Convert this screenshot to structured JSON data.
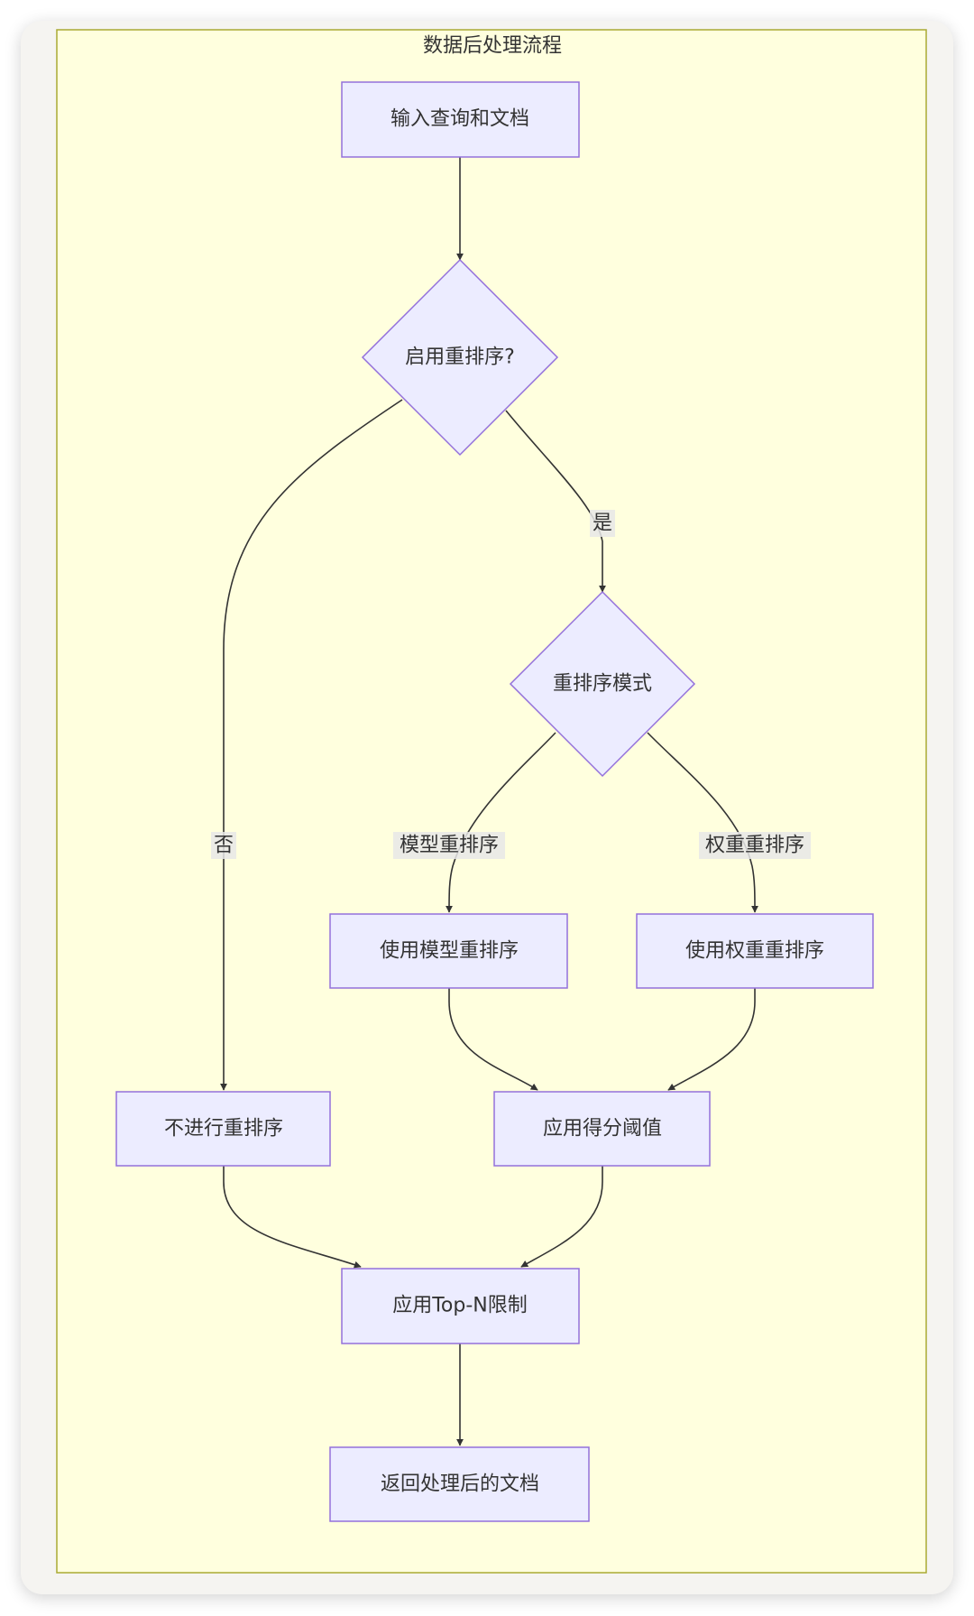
{
  "diagram": {
    "type": "flowchart",
    "direction": "top-down",
    "cluster": {
      "title": "数据后处理流程"
    },
    "colors": {
      "cluster_fill": "#ffffde",
      "cluster_stroke": "#aaaa33",
      "node_fill": "#ececff",
      "node_stroke": "#9370db",
      "edge": "#333333",
      "edge_label_bg": "#e8e8e8",
      "text": "#333333",
      "card_bg": "#f5f4f1"
    },
    "nodes": [
      {
        "id": "input",
        "shape": "rect",
        "label": "输入查询和文档"
      },
      {
        "id": "enable_rerank",
        "shape": "diamond",
        "label": "启用重排序?"
      },
      {
        "id": "rerank_mode",
        "shape": "diamond",
        "label": "重排序模式"
      },
      {
        "id": "model_rerank",
        "shape": "rect",
        "label": "使用模型重排序"
      },
      {
        "id": "weight_rerank",
        "shape": "rect",
        "label": "使用权重重排序"
      },
      {
        "id": "no_rerank",
        "shape": "rect",
        "label": "不进行重排序"
      },
      {
        "id": "score_threshold",
        "shape": "rect",
        "label": "应用得分阈值"
      },
      {
        "id": "top_n",
        "shape": "rect",
        "label": "应用Top-N限制"
      },
      {
        "id": "return_docs",
        "shape": "rect",
        "label": "返回处理后的文档"
      }
    ],
    "edges": [
      {
        "from": "input",
        "to": "enable_rerank",
        "label": ""
      },
      {
        "from": "enable_rerank",
        "to": "rerank_mode",
        "label": "是"
      },
      {
        "from": "enable_rerank",
        "to": "no_rerank",
        "label": "否"
      },
      {
        "from": "rerank_mode",
        "to": "model_rerank",
        "label": "模型重排序"
      },
      {
        "from": "rerank_mode",
        "to": "weight_rerank",
        "label": "权重重排序"
      },
      {
        "from": "model_rerank",
        "to": "score_threshold",
        "label": ""
      },
      {
        "from": "weight_rerank",
        "to": "score_threshold",
        "label": ""
      },
      {
        "from": "no_rerank",
        "to": "top_n",
        "label": ""
      },
      {
        "from": "score_threshold",
        "to": "top_n",
        "label": ""
      },
      {
        "from": "top_n",
        "to": "return_docs",
        "label": ""
      }
    ]
  }
}
